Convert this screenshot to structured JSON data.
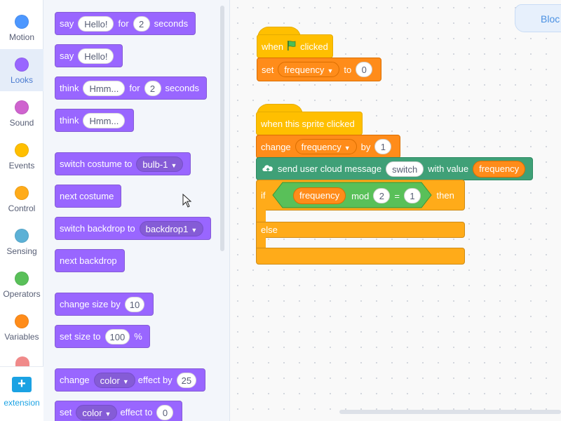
{
  "categories": [
    {
      "label": "Motion",
      "color": "#4c97ff",
      "icon": "motion-dot-icon"
    },
    {
      "label": "Looks",
      "color": "#9966ff",
      "icon": "looks-dot-icon",
      "active": true
    },
    {
      "label": "Sound",
      "color": "#cf63cf",
      "icon": "sound-dot-icon"
    },
    {
      "label": "Events",
      "color": "#ffbf00",
      "icon": "events-dot-icon"
    },
    {
      "label": "Control",
      "color": "#ffab19",
      "icon": "control-dot-icon"
    },
    {
      "label": "Sensing",
      "color": "#5cb1d6",
      "icon": "sensing-dot-icon"
    },
    {
      "label": "Operators",
      "color": "#59c059",
      "icon": "operators-dot-icon"
    },
    {
      "label": "Variables",
      "color": "#ff8c1a",
      "icon": "variables-dot-icon"
    }
  ],
  "extension": {
    "label": "extension",
    "icon": "add-extension-icon"
  },
  "palette": {
    "say_for": {
      "t1": "say",
      "v1": "Hello!",
      "t2": "for",
      "v2": "2",
      "t3": "seconds"
    },
    "say": {
      "t1": "say",
      "v1": "Hello!"
    },
    "think_for": {
      "t1": "think",
      "v1": "Hmm...",
      "t2": "for",
      "v2": "2",
      "t3": "seconds"
    },
    "think": {
      "t1": "think",
      "v1": "Hmm..."
    },
    "switch_costume": {
      "t1": "switch costume to",
      "v1": "bulb-1"
    },
    "next_costume": {
      "t1": "next costume"
    },
    "switch_backdrop": {
      "t1": "switch backdrop to",
      "v1": "backdrop1"
    },
    "next_backdrop": {
      "t1": "next backdrop"
    },
    "change_size": {
      "t1": "change size by",
      "v1": "10"
    },
    "set_size": {
      "t1": "set size to",
      "v1": "100",
      "t2": "%"
    },
    "change_effect": {
      "t1": "change",
      "v1": "color",
      "t2": "effect by",
      "v2": "25"
    },
    "set_effect": {
      "t1": "set",
      "v1": "color",
      "t2": "effect to",
      "v2": "0"
    }
  },
  "workspace": {
    "tab_label": "Bloc",
    "script1": {
      "hat_t1": "when",
      "hat_t2": "clicked",
      "set_t1": "set",
      "set_var": "frequency",
      "set_t2": "to",
      "set_val": "0"
    },
    "script2": {
      "hat": "when this sprite clicked",
      "change_t1": "change",
      "change_var": "frequency",
      "change_t2": "by",
      "change_val": "1",
      "cloud_t1": "send user cloud message",
      "cloud_msg": "switch",
      "cloud_t2": "with value",
      "cloud_var": "frequency",
      "if_label": "if",
      "cond_var": "frequency",
      "cond_op": "mod",
      "cond_a": "2",
      "cond_eq": "=",
      "cond_b": "1",
      "then_label": "then",
      "else_label": "else"
    }
  }
}
